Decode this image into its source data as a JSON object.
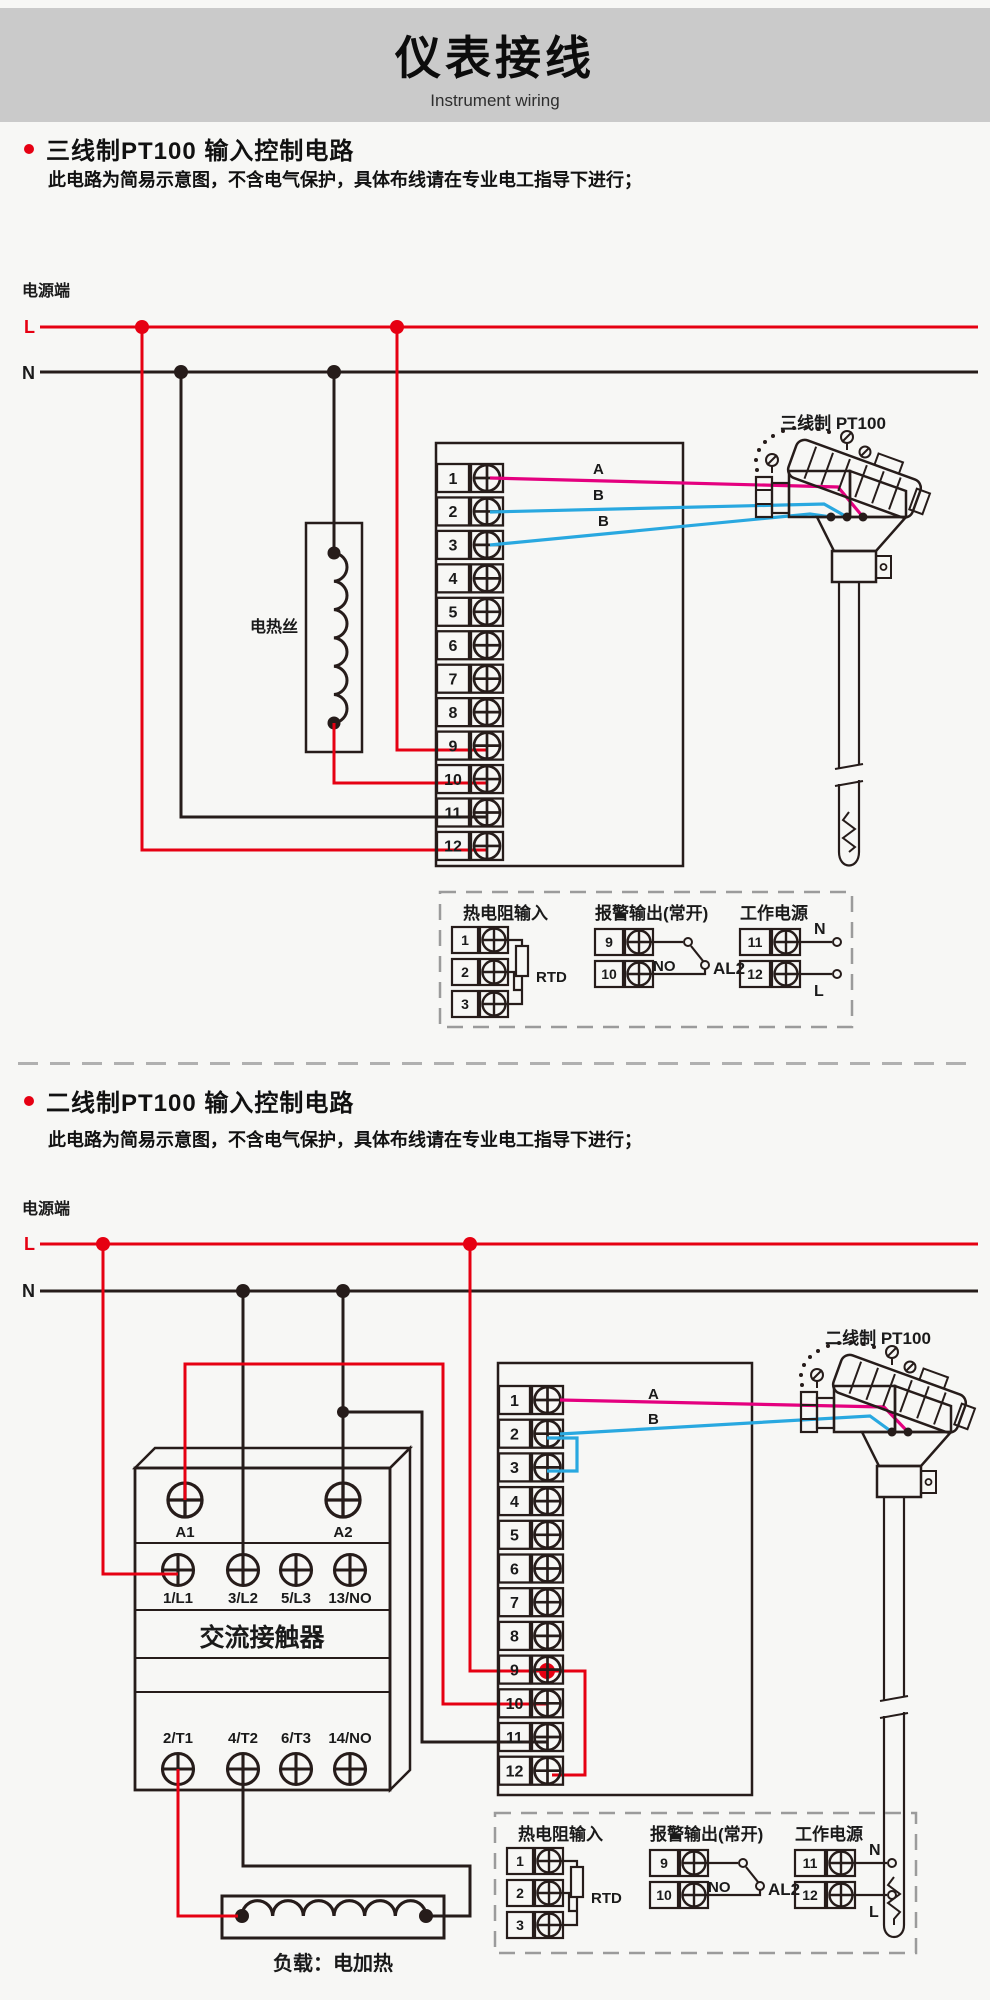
{
  "banner": {
    "title": "仪表接线",
    "subtitle": "Instrument wiring"
  },
  "section1": {
    "title": "三线制PT100 输入控制电路",
    "note": "此电路为简易示意图，不含电气保护，具体布线请在专业电工指导下进行；",
    "power_label": "电源端",
    "l_label": "L",
    "n_label": "N",
    "heater_label": "电热丝",
    "sensor_label": "三线制 PT100",
    "wire_a": "A",
    "wire_b1": "B",
    "wire_b2": "B"
  },
  "section2": {
    "title": "二线制PT100 输入控制电路",
    "note": "此电路为简易示意图，不含电气保护，具体布线请在专业电工指导下进行；",
    "power_label": "电源端",
    "l_label": "L",
    "n_label": "N",
    "sensor_label": "二线制 PT100",
    "wire_a": "A",
    "wire_b": "B",
    "contactor": {
      "label": "交流接触器",
      "a1": "A1",
      "a2": "A2",
      "row1": [
        "1/L1",
        "3/L2",
        "5/L3",
        "13/NO"
      ],
      "row2": [
        "2/T1",
        "4/T2",
        "6/T3",
        "14/NO"
      ]
    },
    "load_label": "负载：电加热"
  },
  "terminal_numbers": [
    "1",
    "2",
    "3",
    "4",
    "5",
    "6",
    "7",
    "8",
    "9",
    "10",
    "11",
    "12"
  ],
  "subpanel": {
    "rtd": {
      "title": "热电阻输入",
      "terminals": [
        "1",
        "2",
        "3"
      ],
      "component": "RTD"
    },
    "alarm": {
      "title": "报警输出(常开)",
      "terminals": [
        "9",
        "10"
      ],
      "no_label": "NO",
      "relay_label": "AL2"
    },
    "power": {
      "title": "工作电源",
      "terminals": [
        "11",
        "12"
      ],
      "n_label": "N",
      "l_label": "L"
    }
  },
  "colors": {
    "line_red": "#e60012",
    "line_black": "#261c1a",
    "wire_a": "#e4007f",
    "wire_b": "#29a8e0",
    "banner_bg": "#cacaca",
    "page_bg": "#f7f7f5",
    "dash_gray": "#9b9b9b"
  }
}
